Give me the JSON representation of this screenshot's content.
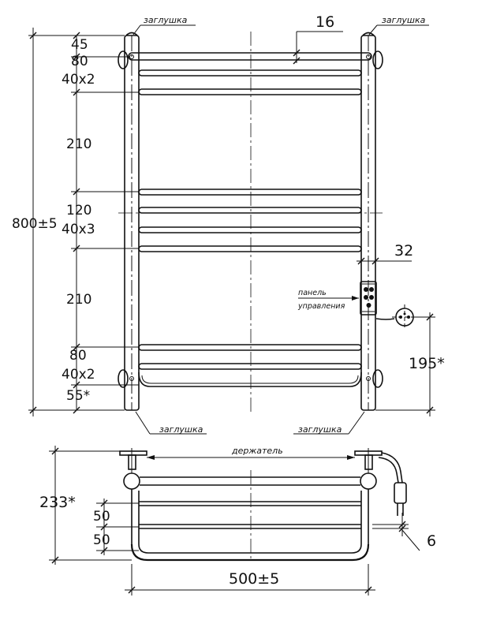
{
  "labels": {
    "cap_top_left": "заглушка",
    "cap_top_right": "заглушка",
    "cap_bottom_left": "заглушка",
    "cap_bottom_right": "заглушка",
    "holder": "держатель",
    "panel_line1": "панель",
    "panel_line2": "управления"
  },
  "dims": {
    "d45": "45",
    "d80_top": "80",
    "d40x2_top": "40x2",
    "d210_top": "210",
    "d120": "120",
    "d40x3": "40x3",
    "d210_bottom": "210",
    "d80_bottom": "80",
    "d40x2_bottom": "40x2",
    "d55": "55*",
    "height": "800±5",
    "d16": "16",
    "d32": "32",
    "d195": "195*",
    "d233": "233*",
    "d50_a": "50",
    "d50_b": "50",
    "d6": "6",
    "width": "500±5"
  }
}
